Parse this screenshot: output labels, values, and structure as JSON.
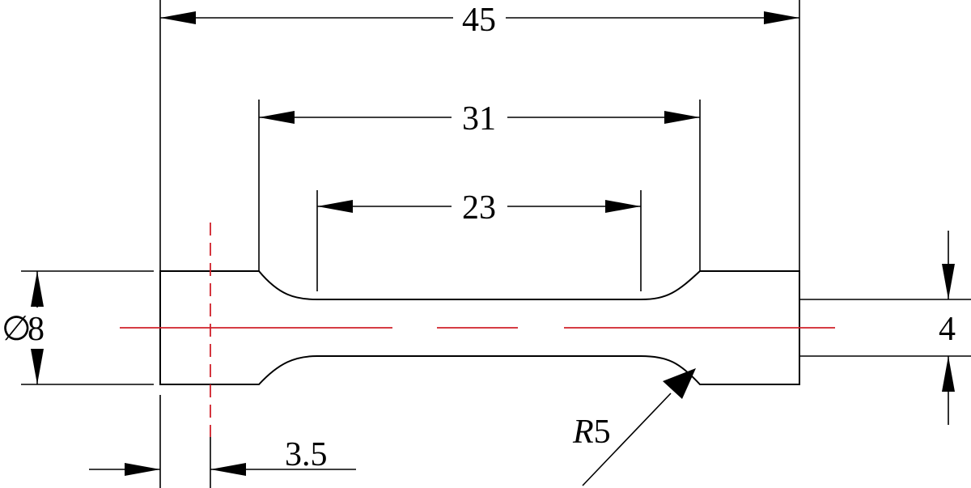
{
  "dimensions": {
    "overall_length": "45",
    "shoulder_length": "31",
    "gauge_length": "23",
    "diameter": "8",
    "diameter_symbol": "∅",
    "reduced_diameter": "4",
    "fillet_radius_prefix": "R",
    "fillet_radius_value": "5",
    "offset": "3.5"
  },
  "colors": {
    "outline": "#000000",
    "centerline": "#d0202a"
  }
}
